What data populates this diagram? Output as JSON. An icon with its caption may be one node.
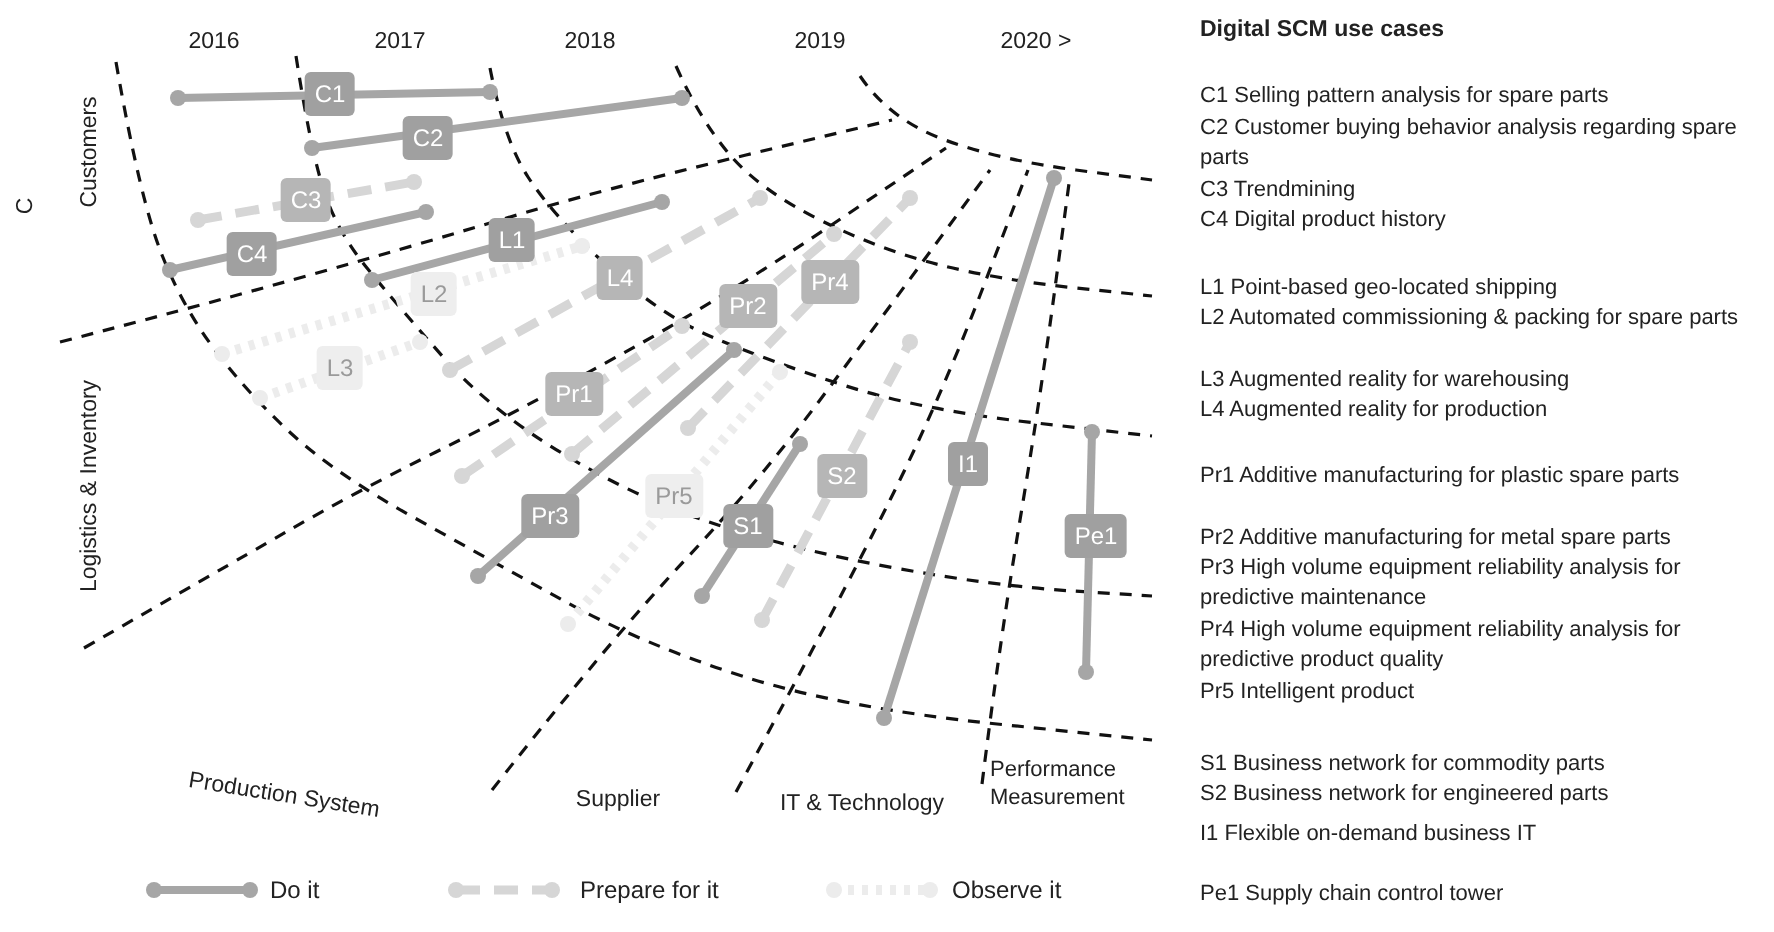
{
  "diagram": {
    "title": "Digital SCM use cases",
    "nodes": [
      {
        "text": [
          "C1"
        ]
      },
      {
        "text": [
          "C2"
        ]
      },
      {
        "text": [
          "C3"
        ]
      },
      {
        "text": [
          "C4"
        ]
      },
      {
        "text": [
          "L1"
        ]
      },
      {
        "text": [
          "L2"
        ]
      },
      {
        "text": [
          "L3"
        ]
      },
      {
        "text": [
          "L4"
        ]
      },
      {
        "text": [
          "Pr1"
        ]
      },
      {
        "text": [
          "Pr2"
        ]
      },
      {
        "text": [
          "Pr3"
        ]
      },
      {
        "text": [
          "Pr4"
        ]
      },
      {
        "text": [
          "Pr5"
        ]
      },
      {
        "text": [
          "S1"
        ]
      },
      {
        "text": [
          "S2"
        ]
      },
      {
        "text": [
          "I1"
        ]
      },
      {
        "text": [
          "Pe1"
        ]
      }
    ],
    "edges": [],
    "labels": [
      "2016",
      "2017",
      "2018",
      "2019",
      "2020 >",
      "C",
      "Customers",
      "Logistics & Inventory",
      "Production System",
      "Supplier",
      "IT & Technology",
      "Performance Measurement",
      "C1 Selling pattern analysis for spare parts",
      "C2 Customer buying behavior analysis regarding spare parts",
      "C3 Trendmining",
      "C4 Digital product history",
      "L1 Point-based geo-located shipping",
      "L2 Automated commissioning & packing for spare parts",
      "L3 Augmented reality for warehousing",
      "L4 Augmented reality for production",
      "Pr1 Additive manufacturing for plastic spare parts",
      "Pr2 Additive manufacturing for metal spare parts",
      "Pr3 High volume equipment reliability analysis for predictive maintenance",
      "Pr4 High volume equipment reliability analysis for predictive product quality",
      "Pr5 Intelligent product",
      "S1 Business network for commodity parts",
      "S2 Business network for engineered parts",
      "I1 Flexible on-demand business IT",
      "Pe1 Supply chain control tower"
    ],
    "legend": [
      {
        "text": "Do it"
      },
      {
        "text": "Prepare for it"
      },
      {
        "text": "Observe it"
      }
    ]
  }
}
